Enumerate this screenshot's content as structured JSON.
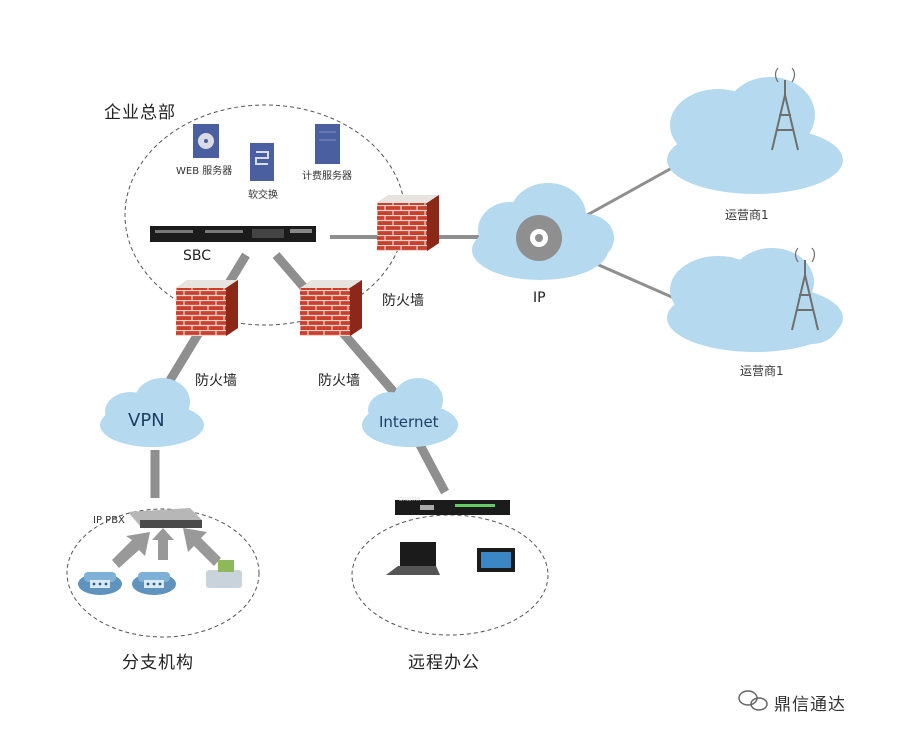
{
  "headquarters": {
    "title": "企业总部",
    "web_server": "WEB 服务器",
    "softswitch": "软交换",
    "billing_server": "计费服务器",
    "sbc": "SBC"
  },
  "firewalls": [
    "防火墙",
    "防火墙",
    "防火墙"
  ],
  "clouds": {
    "ip": "IP",
    "vpn": "VPN",
    "internet": "Internet"
  },
  "carriers": [
    "运营商1",
    "运营商1"
  ],
  "branch": {
    "title": "分支机构",
    "pbx": "IP PBX"
  },
  "remote": {
    "title": "远程办公",
    "device_brand": "DINSTAR"
  },
  "watermark": "鼎信通达",
  "colors": {
    "cloud": "#b5d9ee",
    "brick": "#c8412f",
    "link": "#8f8f8f",
    "dashed": "#555555"
  }
}
